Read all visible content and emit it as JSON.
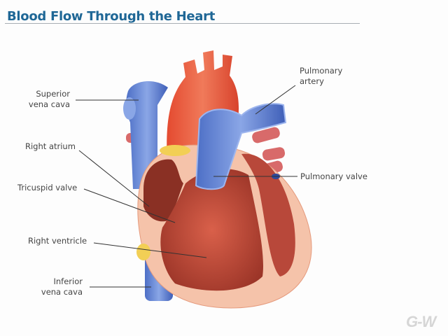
{
  "header": {
    "title": "Blood Flow Through the Heart"
  },
  "labels": {
    "superior_vena_cava": [
      "Superior",
      "vena cava"
    ],
    "right_atrium": "Right atrium",
    "tricuspid_valve": "Tricuspid valve",
    "right_ventricle": "Right ventricle",
    "inferior_vena_cava": [
      "Inferior",
      "vena cava"
    ],
    "pulmonary_artery": [
      "Pulmonary",
      "artery"
    ],
    "pulmonary_valve": "Pulmonary valve"
  },
  "colors": {
    "title": "#1f6796",
    "vein_blue": "#5a7fd0",
    "artery_red": "#e8553a",
    "chamber_dark": "#b8483a",
    "wall_pink": "#f5c3aa",
    "fat_yellow": "#f2cf55"
  },
  "logo": {
    "text": "G-W"
  }
}
